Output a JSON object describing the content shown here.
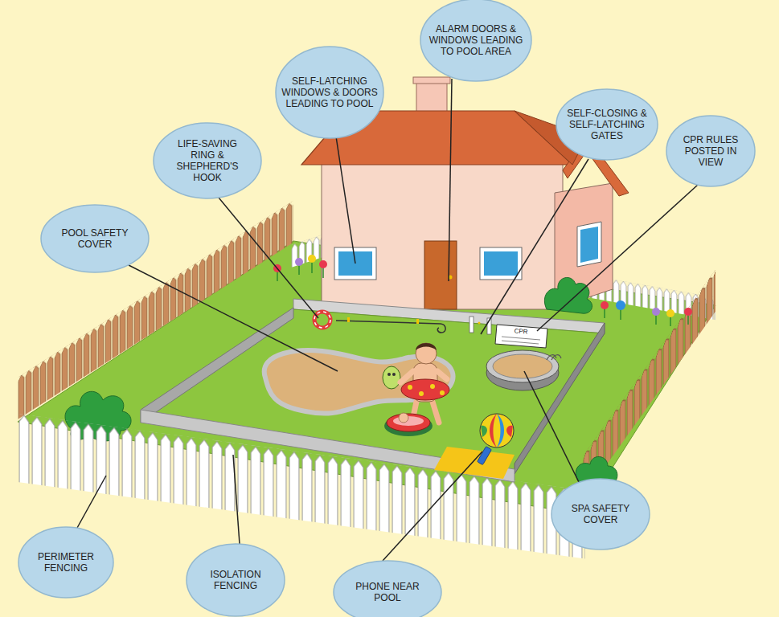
{
  "diagram": {
    "nodes": [
      {
        "text": [
          "ALARM DOORS & WINDOWS LEADING TO POOL AREA"
        ]
      },
      {
        "text": [
          "SELF-LATCHING WINDOWS & DOORS LEADING TO POOL"
        ]
      },
      {
        "text": [
          "SELF-CLOSING & SELF-LATCHING GATES"
        ]
      },
      {
        "text": [
          "LIFE-SAVING RING & SHEPHERD'S HOOK"
        ]
      },
      {
        "text": [
          "CPR RULES POSTED IN VIEW"
        ]
      },
      {
        "text": [
          "POOL SAFETY COVER"
        ]
      },
      {
        "text": [
          "SPA SAFETY COVER"
        ]
      },
      {
        "text": [
          "PERIMETER FENCING"
        ]
      },
      {
        "text": [
          "ISOLATION FENCING"
        ]
      },
      {
        "text": [
          "PHONE NEAR POOL"
        ]
      }
    ],
    "labels": [
      "CPR"
    ]
  }
}
